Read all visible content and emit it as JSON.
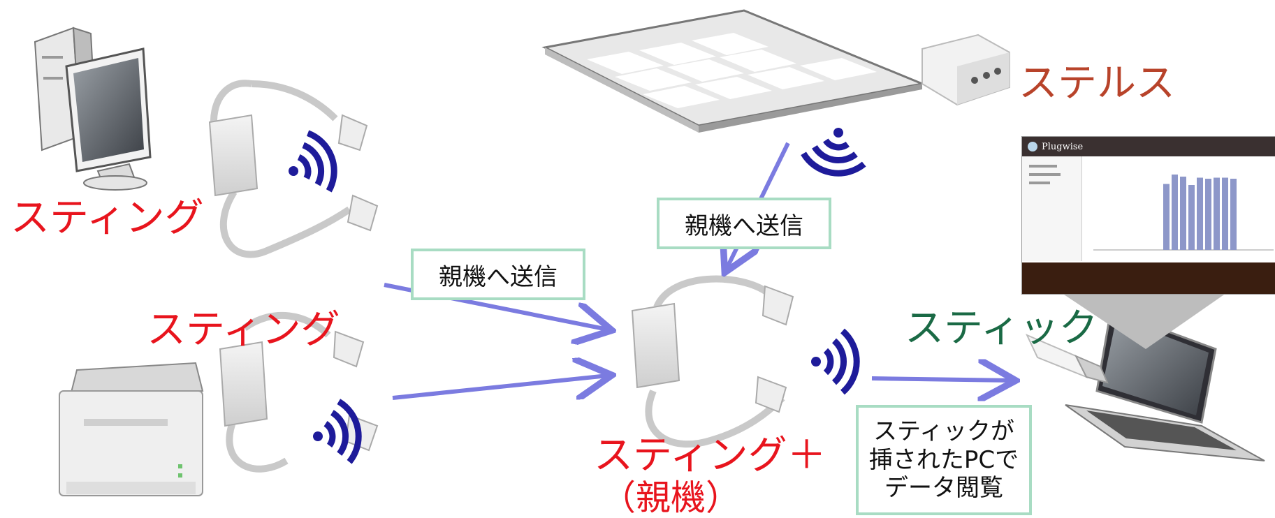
{
  "labels": {
    "sting_pc": "スティング",
    "sting_printer": "スティング",
    "sting_plus_line1": "スティング＋",
    "sting_plus_line2": "（親機）",
    "stealth": "ステルス",
    "stick": "スティック"
  },
  "boxes": {
    "send_left": "親機へ送信",
    "send_top": "親機へ送信",
    "pc_view": [
      "スティックが",
      "挿されたPCで",
      "データ閲覧"
    ]
  },
  "app_window": {
    "title": "Plugwise",
    "chart_bar_values": [
      63,
      72,
      70,
      62,
      69,
      68,
      69,
      69,
      68
    ]
  },
  "colors": {
    "arrow": "#7b7be0",
    "signal": "#1e1b9a",
    "red_label": "#e8141d",
    "stealth_label": "#b8432a",
    "stick_label": "#1a6a45",
    "box_border": "#a8dcc3"
  }
}
